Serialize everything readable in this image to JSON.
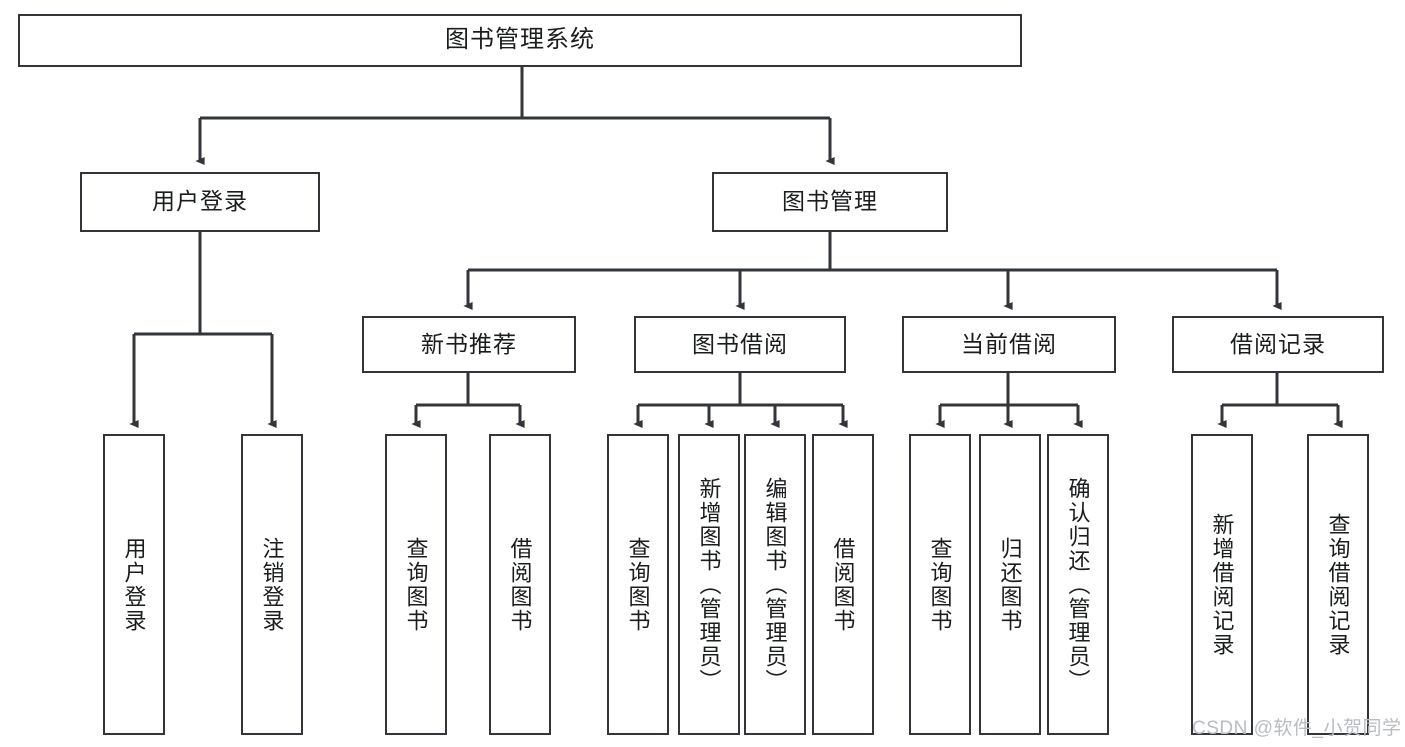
{
  "diagram": {
    "title": "图书管理系统",
    "watermark": "CSDN @软件_小贺同学",
    "line_color": "#33353a",
    "box_fill": "#ffffff",
    "text_color": "#1b1c1e",
    "watermark_color": "#b9bcc1"
  },
  "nodes": {
    "root": {
      "label": "图书管理系统"
    },
    "level2": [
      {
        "id": "user-login",
        "label": "用户登录"
      },
      {
        "id": "book-manage",
        "label": "图书管理"
      }
    ],
    "level3": [
      {
        "id": "new-book-recommend",
        "label": "新书推荐"
      },
      {
        "id": "book-borrow",
        "label": "图书借阅"
      },
      {
        "id": "current-borrow",
        "label": "当前借阅"
      },
      {
        "id": "borrow-record",
        "label": "借阅记录"
      }
    ],
    "leaves": {
      "user_login": [
        {
          "id": "leaf-user-login",
          "label": "用户登录"
        },
        {
          "id": "leaf-logout-login",
          "label": "注销登录"
        }
      ],
      "new_book_recommend": [
        {
          "id": "leaf-query-book-1",
          "label": "查询图书"
        },
        {
          "id": "leaf-borrow-book-1",
          "label": "借阅图书"
        }
      ],
      "book_borrow": [
        {
          "id": "leaf-query-book-2",
          "label": "查询图书"
        },
        {
          "id": "leaf-add-book",
          "label": "新增图书（管理员）"
        },
        {
          "id": "leaf-edit-book",
          "label": "编辑图书（管理员）"
        },
        {
          "id": "leaf-borrow-book-2",
          "label": "借阅图书"
        }
      ],
      "current_borrow": [
        {
          "id": "leaf-query-book-3",
          "label": "查询图书"
        },
        {
          "id": "leaf-return-book",
          "label": "归还图书"
        },
        {
          "id": "leaf-confirm-return",
          "label": "确认归还（管理员）"
        }
      ],
      "borrow_record": [
        {
          "id": "leaf-add-borrow-record",
          "label": "新增借阅记录"
        },
        {
          "id": "leaf-query-borrow-record",
          "label": "查询借阅记录"
        }
      ]
    }
  }
}
